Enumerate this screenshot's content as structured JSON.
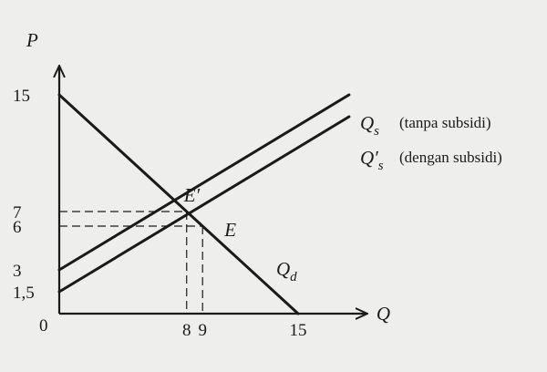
{
  "chart_data": {
    "type": "line",
    "xlabel": "Q",
    "ylabel": "P",
    "xlim": [
      0,
      19
    ],
    "ylim": [
      0,
      16.5
    ],
    "origin_label": "0",
    "x_ticks": [
      {
        "value": 8,
        "label": "8"
      },
      {
        "value": 9,
        "label": "9"
      },
      {
        "value": 15,
        "label": "15"
      }
    ],
    "y_ticks": [
      {
        "value": 15,
        "label": "15"
      },
      {
        "value": 7,
        "label": "7"
      },
      {
        "value": 6,
        "label": "6"
      },
      {
        "value": 3,
        "label": "3"
      },
      {
        "value": 1.5,
        "label": "1,5"
      }
    ],
    "series": [
      {
        "key": "demand",
        "label": "Q",
        "subscript": "d",
        "note": "",
        "points": [
          [
            0,
            15
          ],
          [
            15,
            0
          ]
        ]
      },
      {
        "key": "supply",
        "label": "Q",
        "subscript": "s",
        "note": "(tanpa subsidi)",
        "points": [
          [
            0,
            3
          ],
          [
            18.2,
            15
          ]
        ]
      },
      {
        "key": "supply_subsidy",
        "label": "Q′",
        "subscript": "s",
        "note": "(dengan subsidi)",
        "points": [
          [
            0,
            1.5
          ],
          [
            18.2,
            13.5
          ]
        ]
      }
    ],
    "equilibria": [
      {
        "key": "E",
        "label": "E",
        "x": 9,
        "y": 6
      },
      {
        "key": "E_prime",
        "label": "E′",
        "x": 8,
        "y": 7
      }
    ],
    "grid": false,
    "legend": "none"
  }
}
